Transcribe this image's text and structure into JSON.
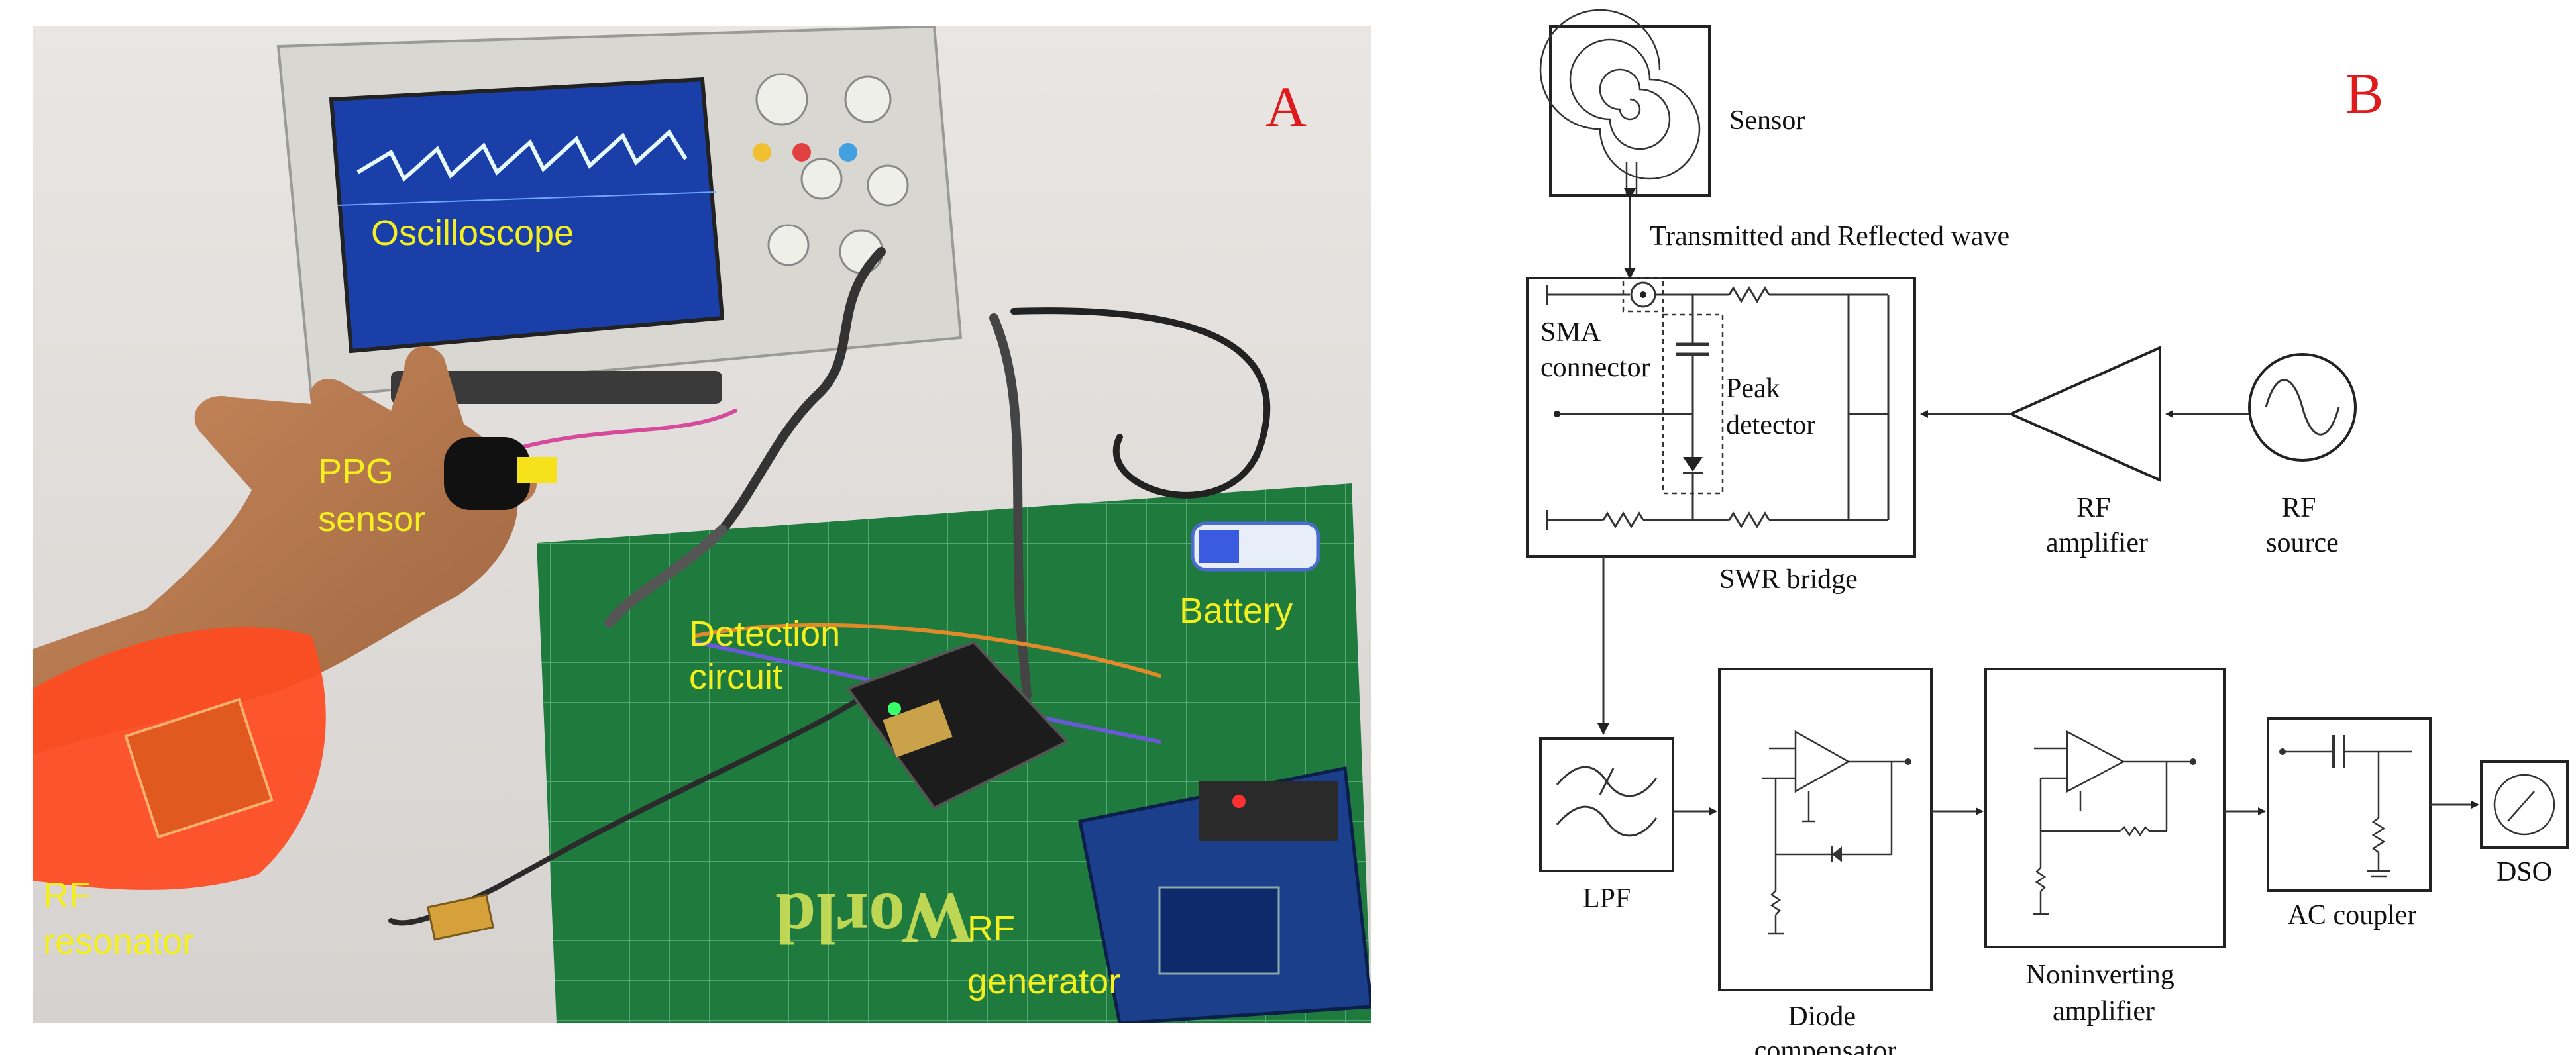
{
  "panel_a": {
    "letter": "A",
    "labels": {
      "oscilloscope": "Oscilloscope",
      "ppg_sensor": [
        "PPG",
        "sensor"
      ],
      "battery": "Battery",
      "detection_circuit": [
        "Detection",
        "circuit"
      ],
      "rf_resonator": [
        "RF",
        "resonator"
      ],
      "rf_generator": [
        "RF",
        "generator"
      ]
    }
  },
  "panel_b": {
    "letter": "B",
    "labels": {
      "sensor": "Sensor",
      "transmitted_reflected": "Transmitted and Reflected wave",
      "sma_connector": [
        "SMA",
        "connector"
      ],
      "peak_detector": [
        "Peak",
        "detector"
      ],
      "swr_bridge": "SWR bridge",
      "rf_amplifier": [
        "RF",
        "amplifier"
      ],
      "rf_source": [
        "RF",
        "source"
      ],
      "lpf": "LPF",
      "diode_compensator": [
        "Diode",
        "compensator"
      ],
      "noninverting_amplifier": [
        "Noninverting",
        "amplifier"
      ],
      "ac_coupler": "AC coupler",
      "dso": "DSO"
    }
  }
}
